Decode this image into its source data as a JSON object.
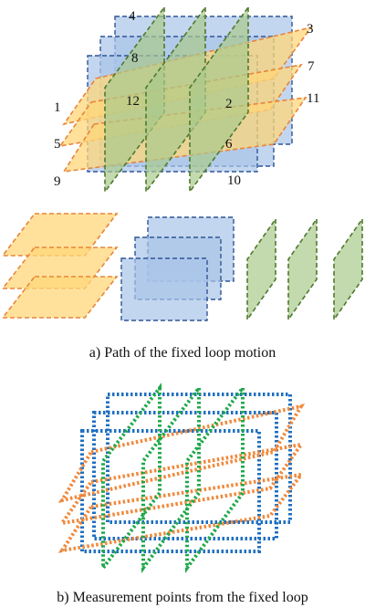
{
  "top_figure": {
    "plane_labels": [
      "1",
      "2",
      "3",
      "4",
      "5",
      "6",
      "7",
      "8",
      "9",
      "10",
      "11",
      "12"
    ],
    "caption": "a) Path of the fixed loop motion"
  },
  "bottom_figure": {
    "caption": "b) Measurement points from the fixed loop"
  },
  "colors": {
    "orange_fill": "#FFD77A",
    "orange_edge": "#E8853A",
    "blue_fill": "#A9C4E8",
    "blue_edge": "#2F5597",
    "green_fill": "#A9C98B",
    "green_edge": "#4E7A2E",
    "orange_dots": "#F0883A",
    "blue_dots": "#1F6FC0",
    "green_dots": "#1FA94A"
  },
  "icons": [
    "horizontal-plane-icon",
    "frontal-plane-icon",
    "sagittal-plane-icon"
  ]
}
